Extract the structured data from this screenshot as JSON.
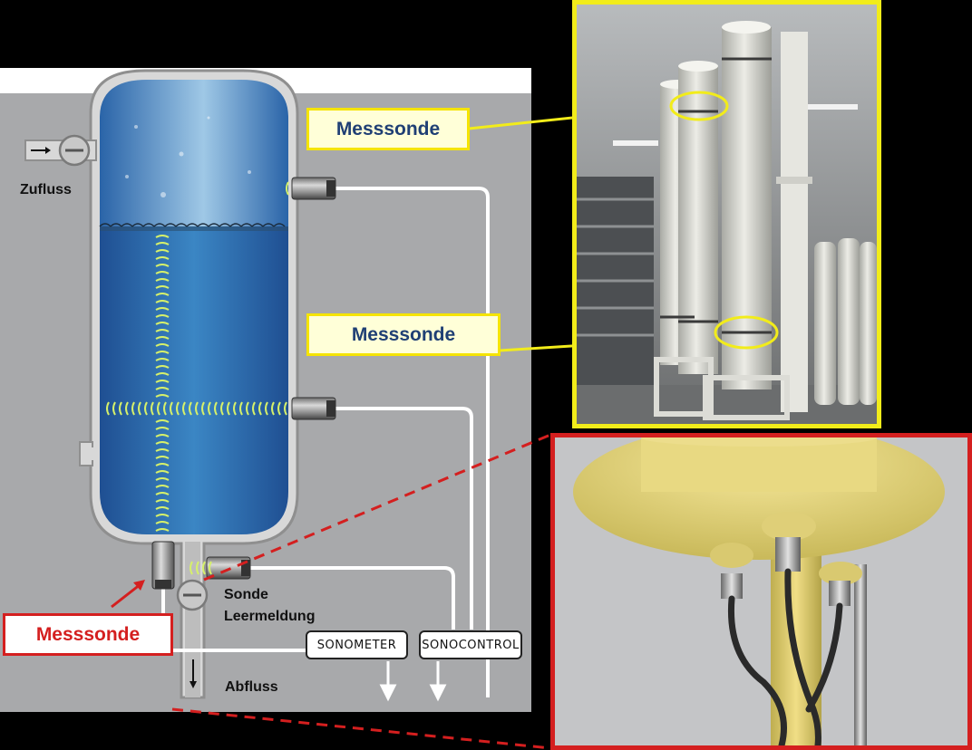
{
  "labels": {
    "inflow": "Zufluss",
    "outflow": "Abfluss",
    "empty_sensor_line1": "Sonde",
    "empty_sensor_line2": "Leermeldung"
  },
  "callouts": {
    "upper_probe": "Messsonde",
    "lower_probe": "Messsonde",
    "bottom_probe": "Messsonde"
  },
  "devices": {
    "sonometer": "SONOMETER",
    "sonocontrol": "SONOCONTROL"
  },
  "colors": {
    "yellow_frame": "#f2ec1a",
    "red_frame": "#d41f1f",
    "callout_text": "#1f3f74",
    "wave": "#d6f06a"
  }
}
